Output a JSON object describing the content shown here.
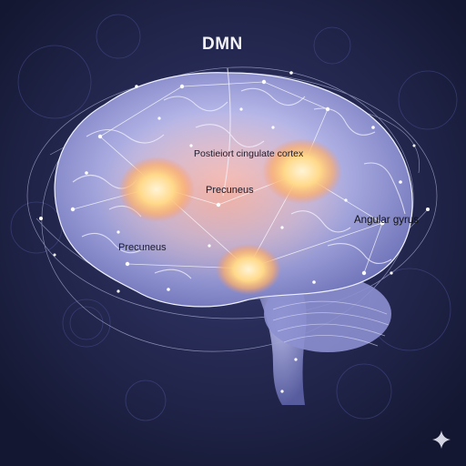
{
  "title": "DMN",
  "labels": {
    "posterior_cingulate": "Postieiort cingulate cortex",
    "precuneus_upper": "Precuneus",
    "angular_gyrus": "Angular gyrus",
    "precuneus_lower": "Precuneus"
  },
  "colors": {
    "background": "#1a1d3a",
    "brain_tissue": "#c9cdf0",
    "network_nodes": "#ffffff",
    "hotspot_glow": "#ffd27a",
    "hotspot_core": "#fff1cf"
  },
  "icons": {
    "corner": "sparkle-icon"
  }
}
